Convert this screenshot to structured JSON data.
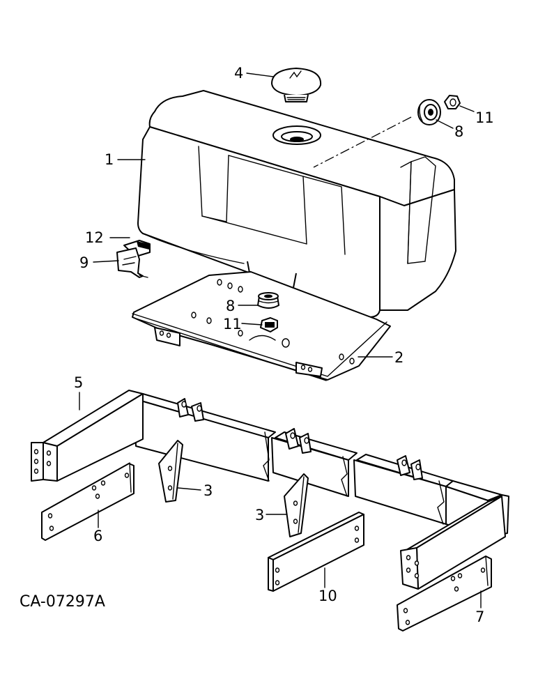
{
  "diagram": {
    "drawing_code": "CA-07297A",
    "callouts": {
      "c1": "1",
      "c2": "2",
      "c3a": "3",
      "c3b": "3",
      "c4": "4",
      "c5": "5",
      "c6": "6",
      "c7": "7",
      "c8a": "8",
      "c8b": "8",
      "c9": "9",
      "c10": "10",
      "c11a": "11",
      "c11b": "11",
      "c12": "12"
    }
  }
}
